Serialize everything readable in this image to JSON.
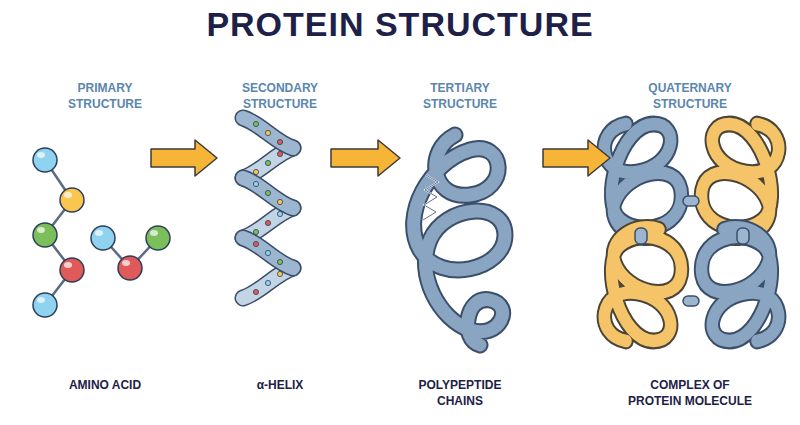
{
  "diagram": {
    "title": "PROTEIN STRUCTURE",
    "nodes": [
      {
        "text": [
          "PRIMARY STRUCTURE",
          "AMINO ACID"
        ]
      },
      {
        "text": [
          "SECONDARY STRUCTURE",
          "α-HELIX"
        ]
      },
      {
        "text": [
          "TERTIARY STRUCTURE",
          "POLYPEPTIDE CHAINS"
        ]
      },
      {
        "text": [
          "QUATERNARY STRUCTURE",
          "COMPLEX OF PROTEIN MOLECULE"
        ]
      }
    ],
    "edges": [
      {
        "from": 0,
        "to": 1,
        "arrow": "to"
      },
      {
        "from": 1,
        "to": 2,
        "arrow": "to"
      },
      {
        "from": 2,
        "to": 3,
        "arrow": "to"
      }
    ]
  }
}
